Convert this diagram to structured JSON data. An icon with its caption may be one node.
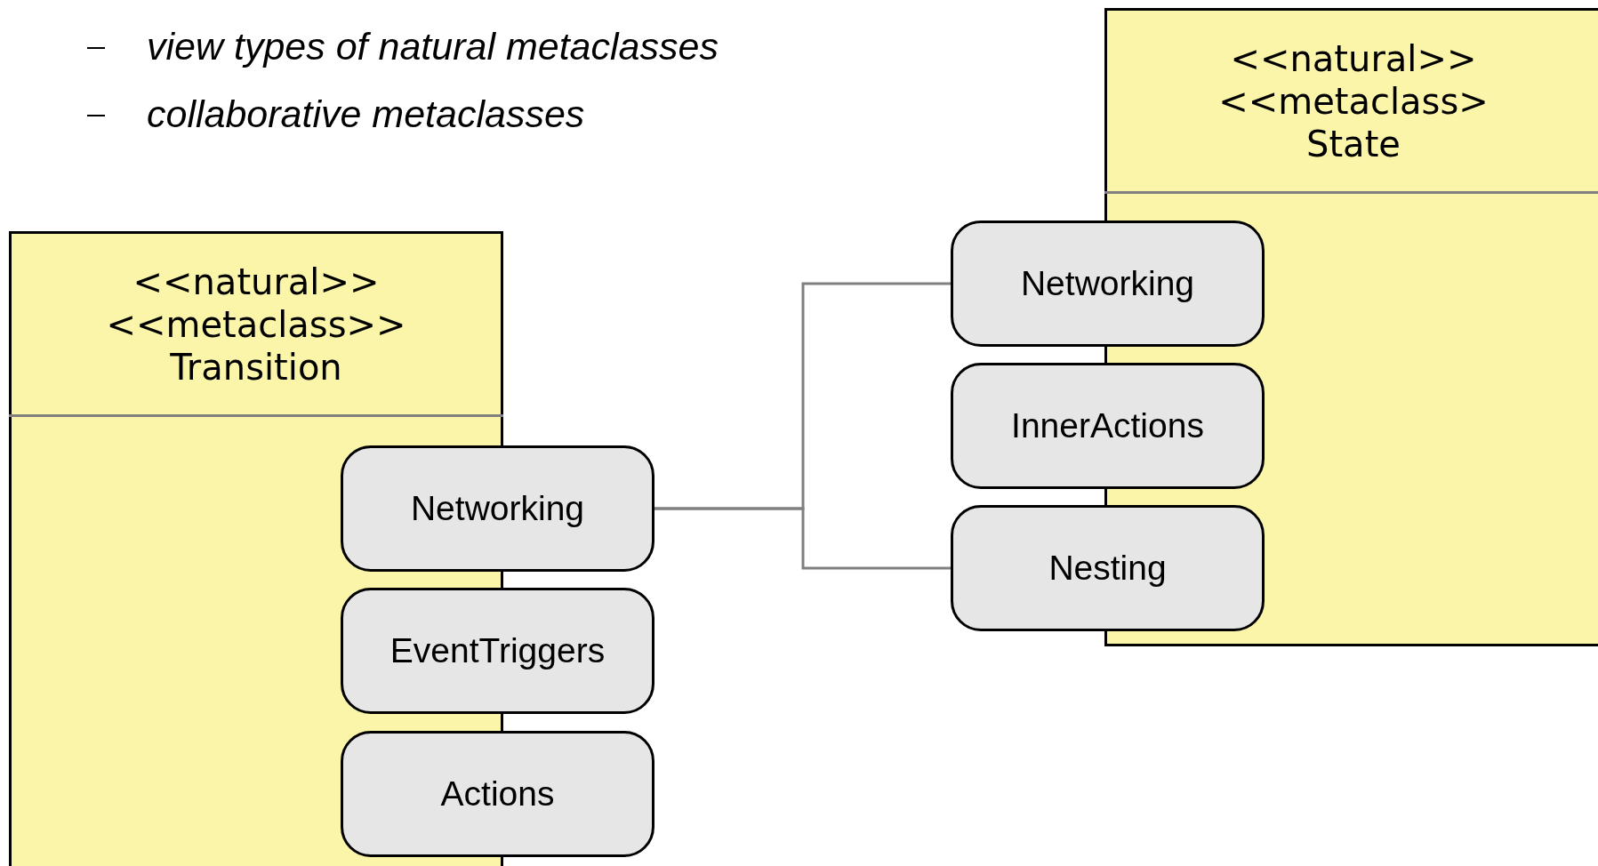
{
  "diagram": {
    "nodes": [
      {
        "text": [
          "<<natural>> <<metaclass>> Transition"
        ]
      },
      {
        "text": [
          "Networking"
        ]
      },
      {
        "text": [
          "EventTriggers"
        ]
      },
      {
        "text": [
          "Actions"
        ]
      },
      {
        "text": [
          "<<natural>> <<metaclass> State"
        ]
      },
      {
        "text": [
          "Networking"
        ]
      },
      {
        "text": [
          "InnerActions"
        ]
      },
      {
        "text": [
          "Nesting"
        ]
      }
    ],
    "edges": [
      {
        "from": 1,
        "to": 5,
        "arrow": "none"
      },
      {
        "from": 1,
        "to": 7,
        "arrow": "none"
      }
    ],
    "labels": [
      "view types of natural metaclasses",
      "collaborative metaclasses"
    ]
  }
}
